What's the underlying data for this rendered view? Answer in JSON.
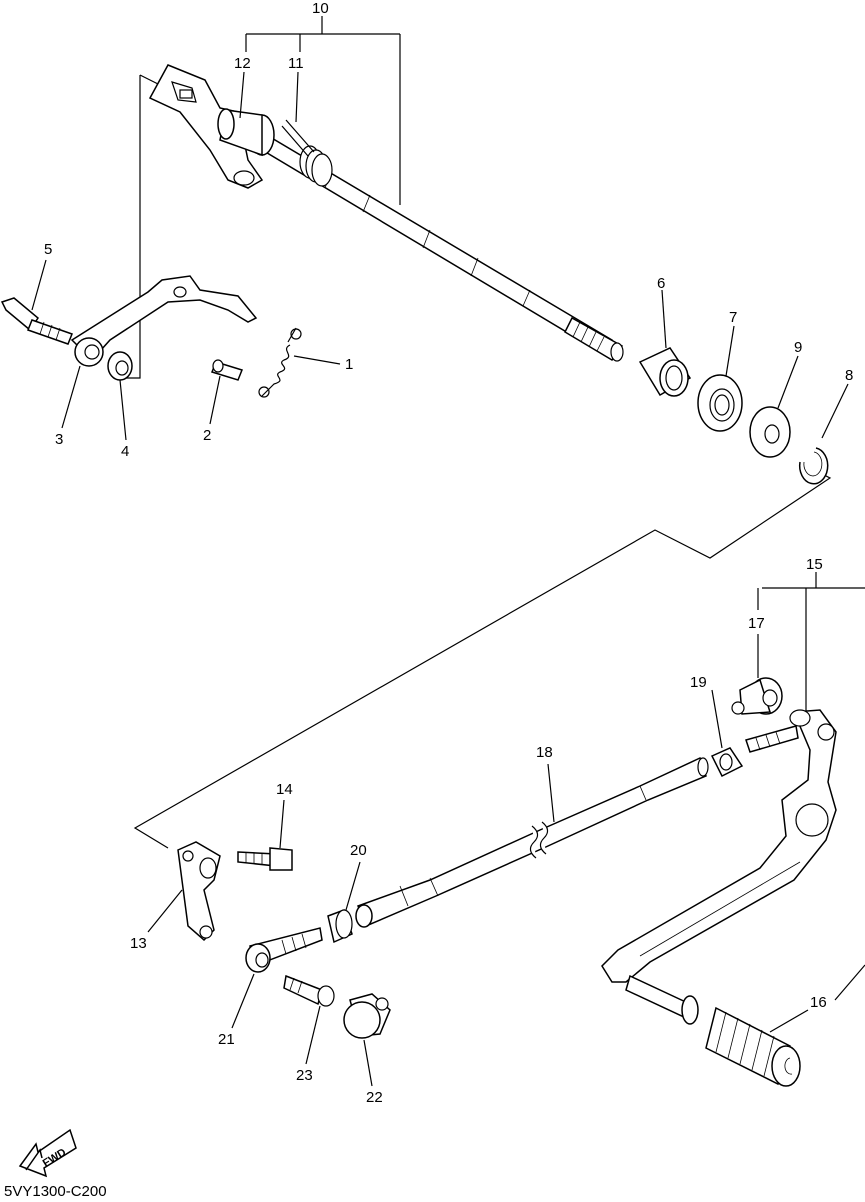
{
  "diagram": {
    "callouts": [
      "1",
      "2",
      "3",
      "4",
      "5",
      "6",
      "7",
      "8",
      "9",
      "10",
      "11",
      "12",
      "13",
      "14",
      "15",
      "16",
      "17",
      "18",
      "19",
      "20",
      "21",
      "22",
      "23"
    ],
    "fwd_label": "FWD",
    "drawing_code": "5VY1300-C200"
  }
}
